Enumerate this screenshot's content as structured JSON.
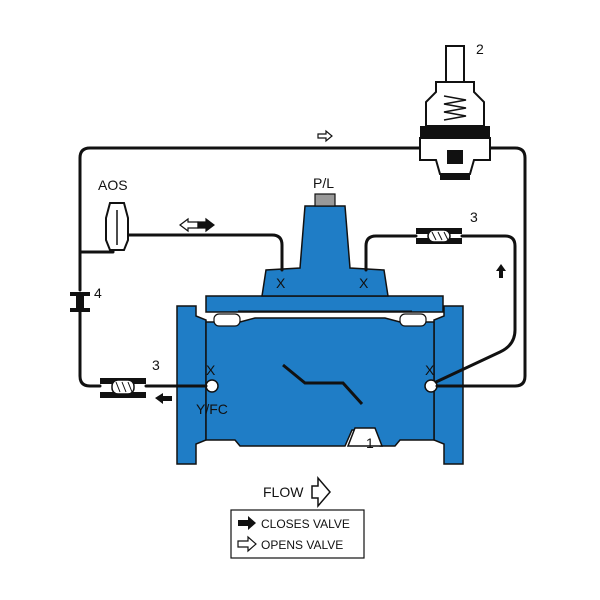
{
  "labels": {
    "pilot_number": "2",
    "needle_valve_top_number": "3",
    "needle_valve_bottom_number": "3",
    "ball_valve_number": "4",
    "main_valve_number": "1",
    "aos": "AOS",
    "pl": "P/L",
    "yfc": "Y/FC",
    "port_x": "X",
    "flow": "FLOW"
  },
  "legend": {
    "closes": "CLOSES VALVE",
    "opens": "OPENS VALVE"
  },
  "colors": {
    "valve_body": "#1f7dc6",
    "line": "#111111",
    "background": "#ffffff"
  }
}
